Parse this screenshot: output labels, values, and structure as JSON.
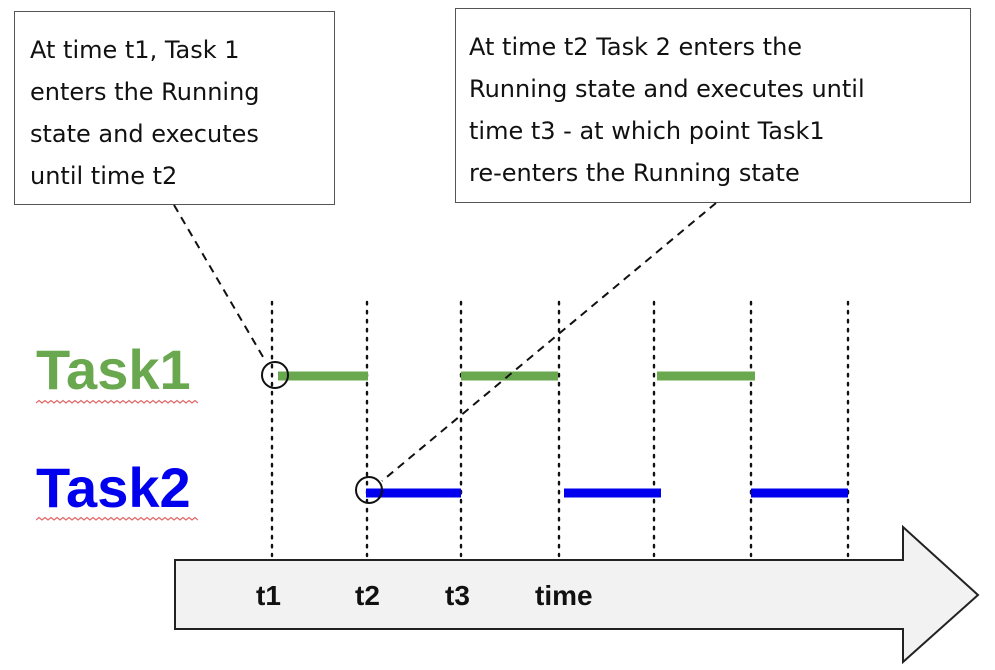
{
  "callouts": {
    "task1": {
      "lines": [
        "At time t1, Task 1",
        "enters the Running",
        "state and executes",
        "until time t2"
      ]
    },
    "task2": {
      "lines": [
        "At time t2 Task 2 enters the",
        "Running state and executes until",
        "time t3 - at which point Task1",
        "re-enters the Running state"
      ]
    }
  },
  "tasks": [
    {
      "label": "Task1",
      "color": "#6aa84f"
    },
    {
      "label": "Task2",
      "color": "#0000ee"
    }
  ],
  "timeline": {
    "arrow_fill": "#f2f2f2",
    "ticks": [
      "t1",
      "t2",
      "t3",
      "time"
    ]
  }
}
